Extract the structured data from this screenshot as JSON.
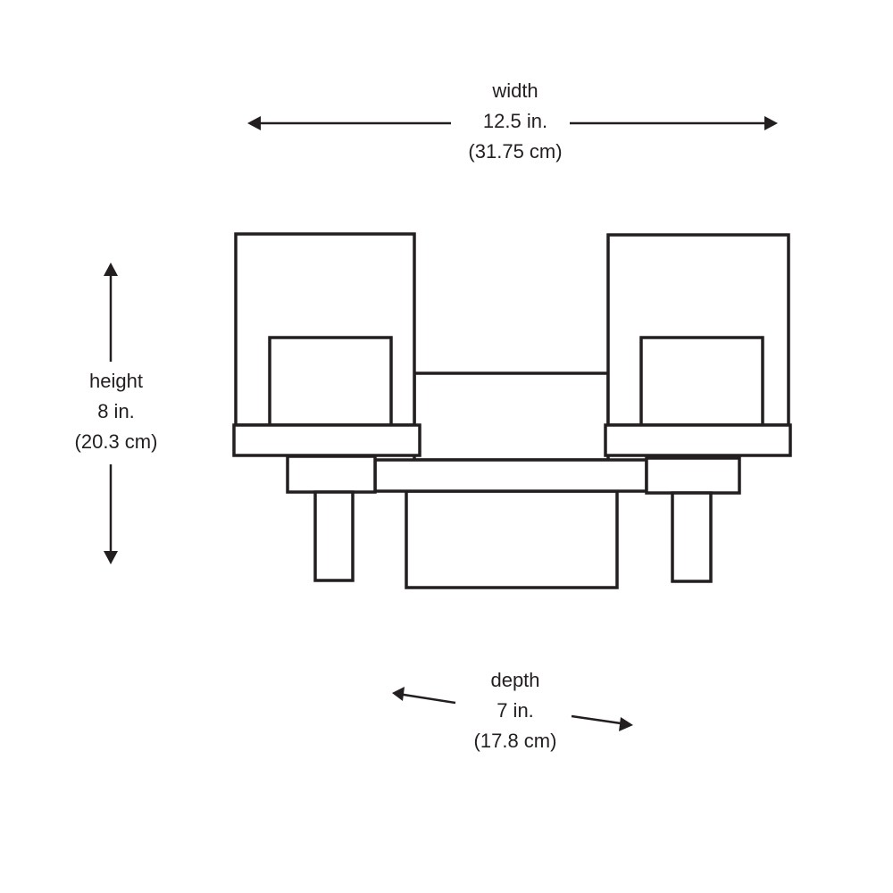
{
  "dimensions": {
    "width": {
      "label": "width",
      "imperial": "12.5 in.",
      "metric": "(31.75 cm)"
    },
    "height": {
      "label": "height",
      "imperial": "8 in.",
      "metric": "(20.3 cm)"
    },
    "depth": {
      "label": "depth",
      "imperial": "7 in.",
      "metric": "(17.8 cm)"
    }
  },
  "colors": {
    "line": "#231f20",
    "background": "#ffffff"
  }
}
